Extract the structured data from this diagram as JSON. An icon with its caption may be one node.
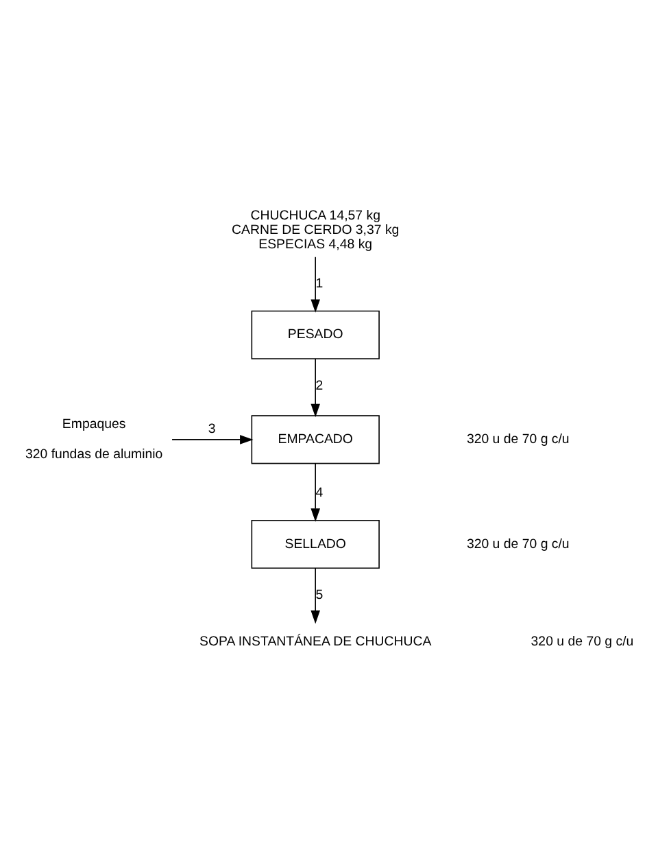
{
  "diagram": {
    "nodes": [
      {
        "text": [
          "CHUCHUCA 14,57 kg",
          "CARNE DE CERDO 3,37 kg",
          "ESPECIAS 4,48 kg"
        ]
      },
      {
        "text": [
          "PESADO"
        ]
      },
      {
        "text": [
          "EMPACADO"
        ]
      },
      {
        "text": [
          "SELLADO"
        ]
      },
      {
        "text": [
          "SOPA INSTANTÁNEA DE CHUCHUCA"
        ]
      },
      {
        "text": [
          "Empaques"
        ],
        "beside": [
          "320 fundas de aluminio"
        ]
      }
    ],
    "edges": [
      {
        "from": 0,
        "to": 1,
        "arrow": "to",
        "label": "1"
      },
      {
        "from": 1,
        "to": 2,
        "arrow": "to",
        "label": "2"
      },
      {
        "from": 5,
        "to": 2,
        "arrow": "to",
        "label": "3"
      },
      {
        "from": 2,
        "to": 3,
        "arrow": "to",
        "label": "4"
      },
      {
        "from": 3,
        "to": 4,
        "arrow": "to",
        "label": "5"
      }
    ],
    "labels": [
      "320 u de 70 g c/u",
      "320 u de 70 g c/u",
      "320 u de 70 g c/u"
    ]
  }
}
